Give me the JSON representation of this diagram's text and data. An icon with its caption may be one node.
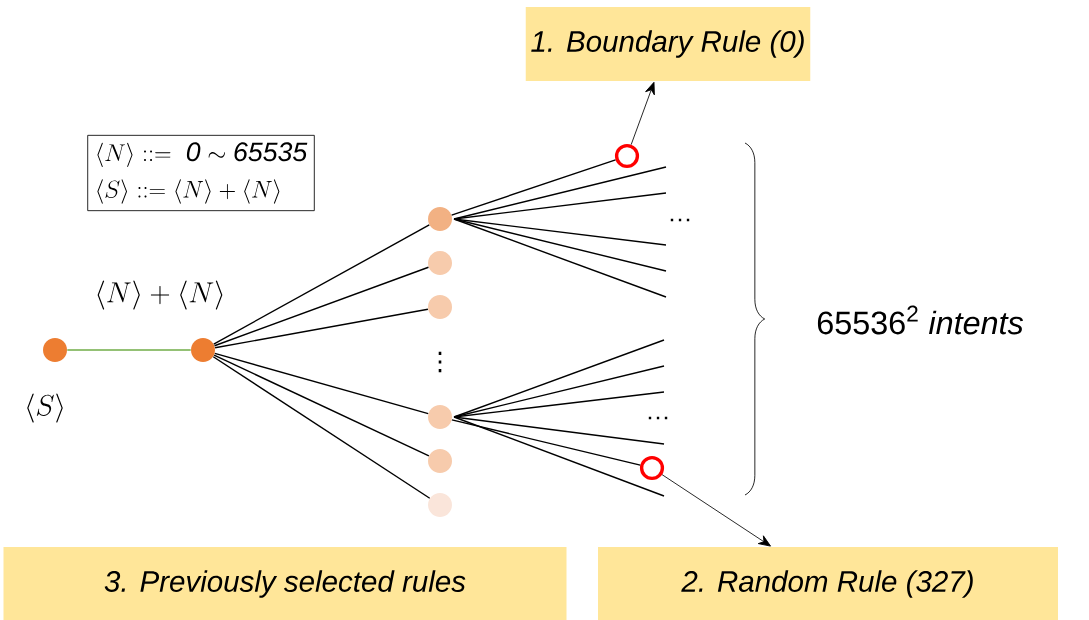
{
  "diagram": {
    "nodes": [
      {
        "text": [
          "\\langle N\\rangle ::=\\ \\mathit{0} \\sim \\mathit{65535}",
          "\\langle S\\rangle ::= \\langle N\\rangle + \\langle N\\rangle"
        ]
      },
      {
        "text": [],
        "shape": "circle",
        "beside": [
          "\\langle S\\rangle"
        ]
      },
      {
        "text": [],
        "shape": "circle"
      },
      {
        "text": [],
        "shape": "circle"
      },
      {
        "text": [],
        "shape": "circle"
      },
      {
        "text": [],
        "shape": "circle"
      },
      {
        "text": [],
        "shape": "circle"
      },
      {
        "text": [],
        "shape": "circle"
      },
      {
        "text": [],
        "shape": "circle"
      },
      {
        "text": [],
        "shape": "circle"
      },
      {
        "text": [],
        "shape": "circle"
      },
      {
        "text": [
          "1. Boundary Rule (0)"
        ]
      },
      {
        "text": [
          "2. Random Rule (327)"
        ]
      },
      {
        "text": [
          "3. Previously selected rules"
        ]
      }
    ],
    "edges": [
      {
        "from": 1,
        "to": 2,
        "arrow": "none",
        "color": "#70ad47",
        "label": "\\langle N\\rangle + \\langle N\\rangle"
      },
      {
        "from": 2,
        "to": 3,
        "arrow": "none"
      },
      {
        "from": 2,
        "to": 4,
        "arrow": "none"
      },
      {
        "from": 2,
        "to": 5,
        "arrow": "none"
      },
      {
        "from": 2,
        "to": 6,
        "arrow": "none"
      },
      {
        "from": 2,
        "to": 7,
        "arrow": "none"
      },
      {
        "from": 2,
        "to": 8,
        "arrow": "none"
      },
      {
        "from": 3,
        "to": 9,
        "arrow": "none"
      },
      {
        "from": 3,
        "to": null,
        "arrow": "none"
      },
      {
        "from": 3,
        "to": null,
        "arrow": "none"
      },
      {
        "from": 3,
        "to": null,
        "arrow": "none"
      },
      {
        "from": 3,
        "to": null,
        "arrow": "none"
      },
      {
        "from": 3,
        "to": null,
        "arrow": "none"
      },
      {
        "from": 6,
        "to": null,
        "arrow": "none"
      },
      {
        "from": 6,
        "to": null,
        "arrow": "none"
      },
      {
        "from": 6,
        "to": null,
        "arrow": "none"
      },
      {
        "from": 6,
        "to": null,
        "arrow": "none"
      },
      {
        "from": 6,
        "to": 10,
        "arrow": "none"
      },
      {
        "from": 6,
        "to": null,
        "arrow": "none"
      },
      {
        "from": 9,
        "to": 11,
        "arrow": "to"
      },
      {
        "from": 10,
        "to": 12,
        "arrow": "to"
      }
    ],
    "labels": [
      "⋮",
      "…",
      "…",
      "65536$^{2}$ *intents*"
    ]
  }
}
